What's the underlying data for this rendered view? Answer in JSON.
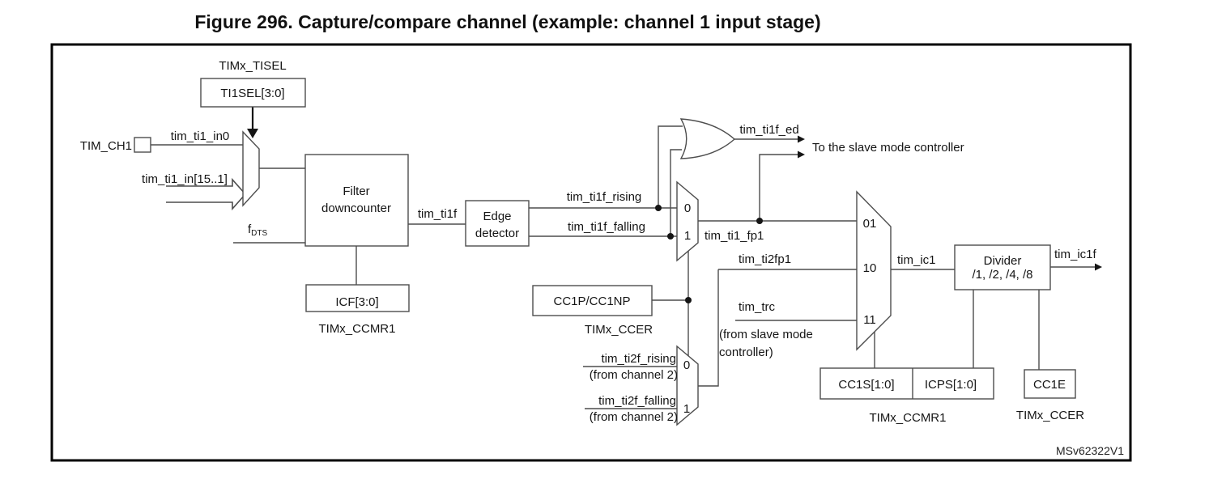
{
  "figure": {
    "title": "Figure 296. Capture/compare channel (example: channel 1 input stage)",
    "watermark": "MSv62322V1"
  },
  "io": {
    "tim_ch1": "TIM_CH1"
  },
  "registers": {
    "tisel_reg": "TIMx_TISEL",
    "tisel_field": "TI1SEL[3:0]",
    "icf_field": "ICF[3:0]",
    "ccmr1_reg": "TIMx_CCMR1",
    "cc1p_field": "CC1P/CC1NP",
    "ccer_reg": "TIMx_CCER",
    "cc1s_field": "CC1S[1:0]",
    "icps_field": "ICPS[1:0]",
    "cc1e_field": "CC1E"
  },
  "blocks": {
    "filter_line1": "Filter",
    "filter_line2": "downcounter",
    "edge_line1": "Edge",
    "edge_line2": "detector",
    "divider_line1": "Divider",
    "divider_line2": "/1, /2, /4, /8"
  },
  "signals": {
    "tim_ti1_in0": "tim_ti1_in0",
    "tim_ti1_in_bus": "tim_ti1_in[15..1]",
    "f_dts_base": "f",
    "f_dts_sub": "DTS",
    "tim_ti1f": "tim_ti1f",
    "tim_ti1f_rising": "tim_ti1f_rising",
    "tim_ti1f_falling": "tim_ti1f_falling",
    "tim_ti1f_ed": "tim_ti1f_ed",
    "to_slave": "To the slave mode controller",
    "tim_ti1_fp1": "tim_ti1_fp1",
    "tim_ti2fp1": "tim_ti2fp1",
    "tim_trc": "tim_trc",
    "from_slave_line1": "(from slave mode",
    "from_slave_line2": "controller)",
    "tim_ti2f_rising": "tim_ti2f_rising",
    "tim_ti2f_falling": "tim_ti2f_falling",
    "from_channel2": "(from channel 2)",
    "tim_ic1": "tim_ic1",
    "tim_ic1f": "tim_ic1f"
  },
  "mux_labels": {
    "in0": "0",
    "in1": "1",
    "in01": "01",
    "in10": "10",
    "in11": "11"
  }
}
